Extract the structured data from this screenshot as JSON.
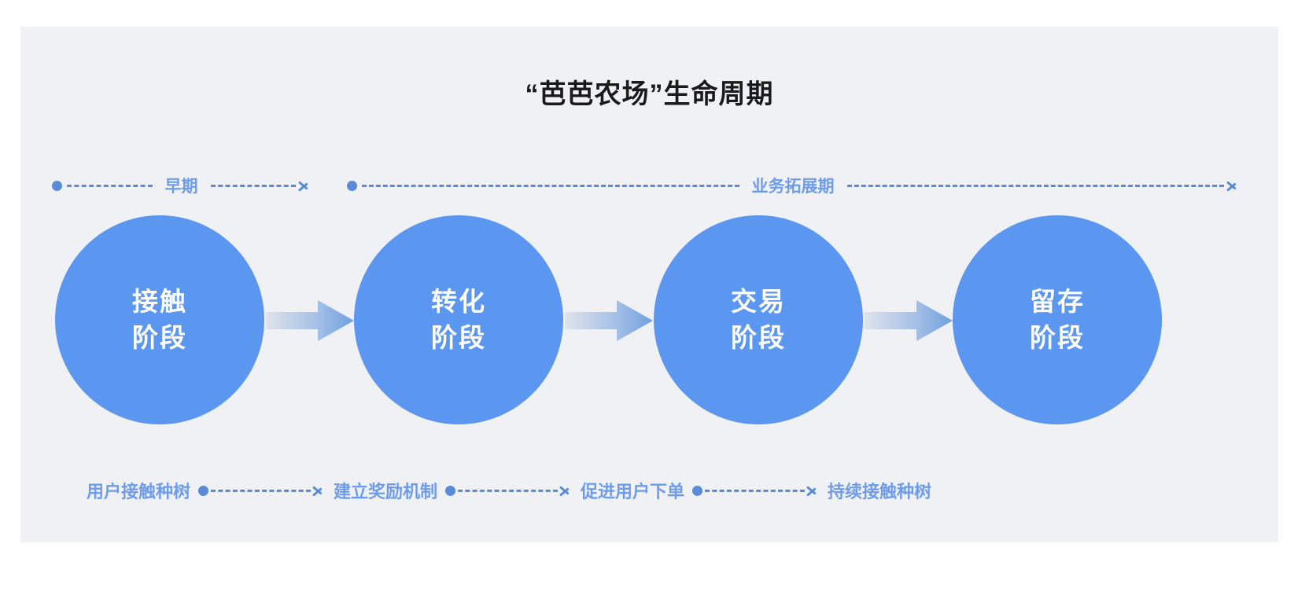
{
  "page": {
    "title": "“芭芭农场”生命周期",
    "panel_bg": "#f0f1f5",
    "accent": "#5b96f0",
    "line_color": "#5a8bd6",
    "label_color": "#6f9cea"
  },
  "timeline": {
    "phases": [
      {
        "label": "早期"
      },
      {
        "label": "业务拓展期"
      }
    ]
  },
  "stages": [
    {
      "line1": "接触",
      "line2": "阶段"
    },
    {
      "line1": "转化",
      "line2": "阶段"
    },
    {
      "line1": "交易",
      "line2": "阶段"
    },
    {
      "line1": "留存",
      "line2": "阶段"
    }
  ],
  "actions": [
    {
      "label": "用户接触种树"
    },
    {
      "label": "建立奖励机制"
    },
    {
      "label": "促进用户下单"
    },
    {
      "label": "持续接触种树"
    }
  ]
}
